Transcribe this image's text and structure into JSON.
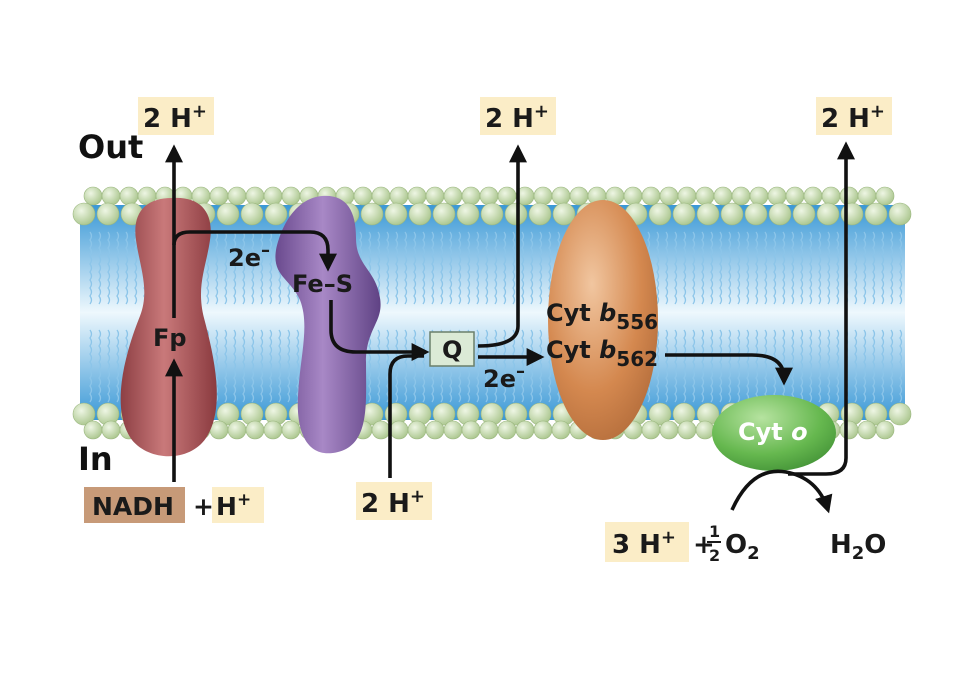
{
  "sides": {
    "out": "Out",
    "in": "In"
  },
  "protons": {
    "top_left": {
      "num": "2 H",
      "sup": "+"
    },
    "top_mid": {
      "num": "2 H",
      "sup": "+"
    },
    "top_right": {
      "num": "2 H",
      "sup": "+"
    },
    "bottom_mid": {
      "num": "2 H",
      "sup": "+"
    }
  },
  "nadh": {
    "label": "NADH",
    "plus": "+",
    "h": "H",
    "sup": "+"
  },
  "complexes": {
    "fp": "Fp",
    "fes": "Fe–S",
    "q": "Q",
    "cyt_b556": {
      "name": "Cyt ",
      "italic": "b",
      "sub": "556"
    },
    "cyt_b562": {
      "name": "Cyt ",
      "italic": "b",
      "sub": "562"
    },
    "cyt_o": {
      "name": "Cyt ",
      "italic": "o"
    }
  },
  "electrons": {
    "e1": {
      "num": "2e",
      "sup": "–"
    },
    "e2": {
      "num": "2e",
      "sup": "–"
    }
  },
  "oxygen_reaction": {
    "h3": "3 H",
    "sup": "+",
    "plus": "+",
    "frac_num": "1",
    "frac_den": "2",
    "o": "O",
    "o_sub": "2",
    "product": "H",
    "product_sub": "2",
    "product_o": "O"
  },
  "colors": {
    "membrane_top": "#3f9fd9",
    "membrane_mid": "#e9f6fc",
    "head": "#c9deb0",
    "fp": "#b35f61",
    "fes": "#8a68a8",
    "cyt_b": "#d98d57",
    "cyt_o": "#6cbc55",
    "label_bg": "#fbedc7",
    "nadh_bg": "#c79a78",
    "q_bg": "#dbead6"
  }
}
